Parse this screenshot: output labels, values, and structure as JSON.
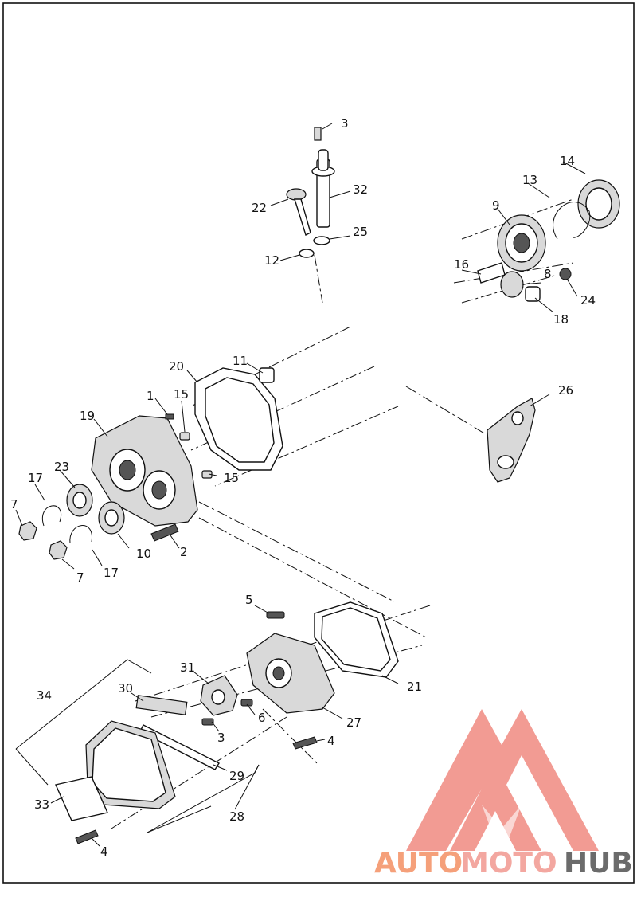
{
  "callouts": {
    "c1": "1",
    "c2": "2",
    "c3a": "3",
    "c3b": "3",
    "c4a": "4",
    "c4b": "4",
    "c5": "5",
    "c6": "6",
    "c7a": "7",
    "c7b": "7",
    "c8": "8",
    "c9": "9",
    "c10": "10",
    "c11": "11",
    "c12": "12",
    "c13": "13",
    "c14": "14",
    "c15a": "15",
    "c15b": "15",
    "c16": "16",
    "c17a": "17",
    "c17b": "17",
    "c18": "18",
    "c19": "19",
    "c20": "20",
    "c21": "21",
    "c22": "22",
    "c23": "23",
    "c24": "24",
    "c25": "25",
    "c26": "26",
    "c27": "27",
    "c28": "28",
    "c29": "29",
    "c30": "30",
    "c31": "31",
    "c32": "32",
    "c33": "33",
    "c34": "34"
  },
  "watermark": {
    "auto": "AUTO",
    "moto": "MOTO",
    "hub": "HUB",
    "colors": {
      "auto": "#f5a07a",
      "moto": "#f3a7a0",
      "hub": "#6b6b6b",
      "logo": "#f08a80"
    }
  }
}
